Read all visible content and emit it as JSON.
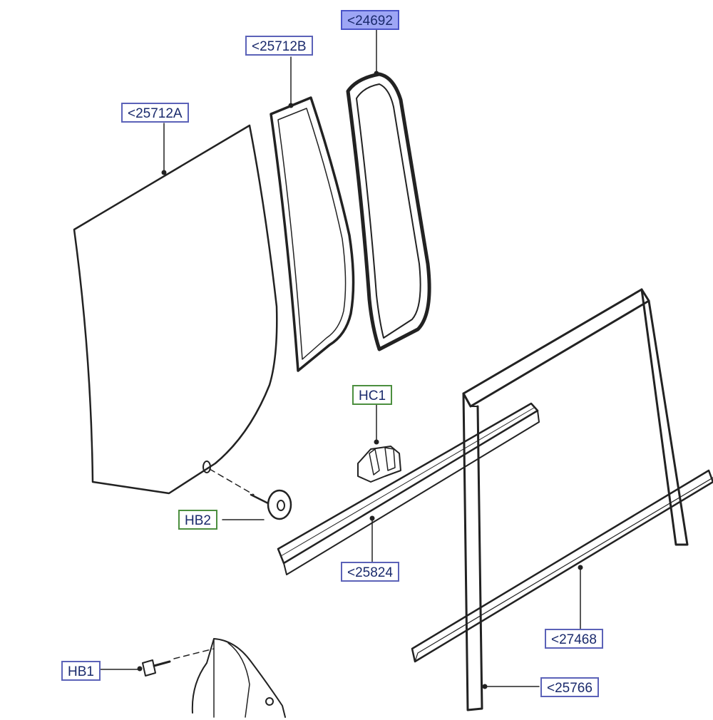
{
  "callouts": {
    "c24692": "<24692",
    "c25712b": "<25712B",
    "c25712a": "<25712A",
    "hc1": "HC1",
    "hb2": "HB2",
    "c25824": "<25824",
    "c27468": "<27468",
    "hb1": "HB1",
    "c25766": "<25766"
  },
  "colors": {
    "callout_border": "#5b62b8",
    "callout_border_green": "#4c8f3f",
    "callout_highlight": "#9ea6f5",
    "line": "#222222"
  }
}
